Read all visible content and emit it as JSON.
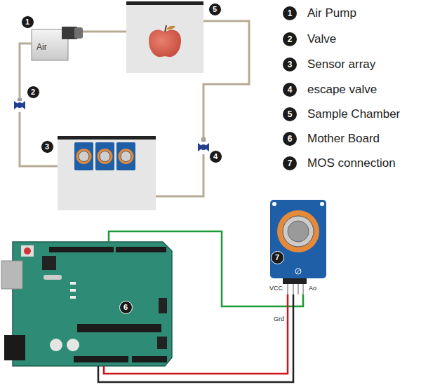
{
  "diagram": {
    "nodes": [
      {
        "text": [
          "1",
          "Air"
        ]
      },
      {
        "text": [
          "5"
        ]
      },
      {
        "text": [
          "2"
        ]
      },
      {
        "text": [
          "3"
        ]
      },
      {
        "text": [
          "4"
        ]
      },
      {
        "text": [
          "7"
        ]
      },
      {
        "text": [
          "6"
        ]
      }
    ],
    "edges": [
      {
        "from": 0,
        "to": 1,
        "arrow": "none"
      },
      {
        "from": 0,
        "to": 2,
        "arrow": "none"
      },
      {
        "from": 2,
        "to": 3,
        "arrow": "none"
      },
      {
        "from": 3,
        "to": 4,
        "arrow": "none"
      },
      {
        "from": 4,
        "to": 1,
        "arrow": "none"
      },
      {
        "from": 5,
        "to": 6,
        "arrow": "none"
      },
      {
        "from": 5,
        "to": 6,
        "arrow": "none"
      },
      {
        "from": 5,
        "to": 6,
        "arrow": "none"
      }
    ],
    "labels": [
      "1",
      "Air Pump",
      "2",
      "Valve",
      "3",
      "Sensor array",
      "4",
      "escape valve",
      "5",
      "Sample Chamber",
      "6",
      "Mother Board",
      "7",
      "MOS connection",
      "VCC",
      "Ao",
      "Grd"
    ]
  }
}
